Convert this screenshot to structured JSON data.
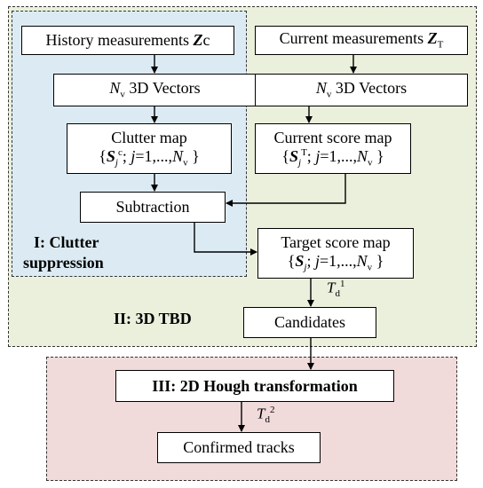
{
  "regions": {
    "clutter_label_line1": "I: Clutter",
    "clutter_label_line2": "suppression",
    "tbd_label": "II: 3D TBD"
  },
  "boxes": {
    "history": {
      "text": "History measurements ",
      "symbol": "Z",
      "sub": "c"
    },
    "current": {
      "text": "Current measurements ",
      "symbol": "Z",
      "sub": "T"
    },
    "vectors_left": {
      "prefix": "N",
      "sub": "v",
      "text": " 3D Vectors"
    },
    "vectors_right": {
      "prefix": "N",
      "sub": "v",
      "text": " 3D Vectors"
    },
    "clutter_map": {
      "title": "Clutter map",
      "formula_open": "{",
      "symbol": "S",
      "sub": "j",
      "sup": "c",
      "formula_mid": "; ",
      "index": "j",
      "range": "=1,...,",
      "n": "N",
      "n_sub": "v",
      "formula_close": " }"
    },
    "current_score": {
      "title": "Current score map",
      "formula_open": "{",
      "symbol": "S",
      "sub": "j",
      "sup": "T",
      "formula_mid": "; ",
      "index": "j",
      "range": "=1,...,",
      "n": "N",
      "n_sub": "v",
      "formula_close": " }"
    },
    "subtraction": "Subtraction",
    "target_score": {
      "title": "Target score map",
      "formula_open": "{",
      "symbol": "S",
      "sub": "j",
      "formula_mid": "; ",
      "index": "j",
      "range": "=1,...,",
      "n": "N",
      "n_sub": "v",
      "formula_close": " }"
    },
    "candidates": "Candidates",
    "hough": "III: 2D Hough transformation",
    "confirmed": "Confirmed tracks"
  },
  "thresholds": {
    "t1": {
      "symbol": "T",
      "sub": "d",
      "sup": "1"
    },
    "t2": {
      "symbol": "T",
      "sub": "d",
      "sup": "2"
    }
  }
}
